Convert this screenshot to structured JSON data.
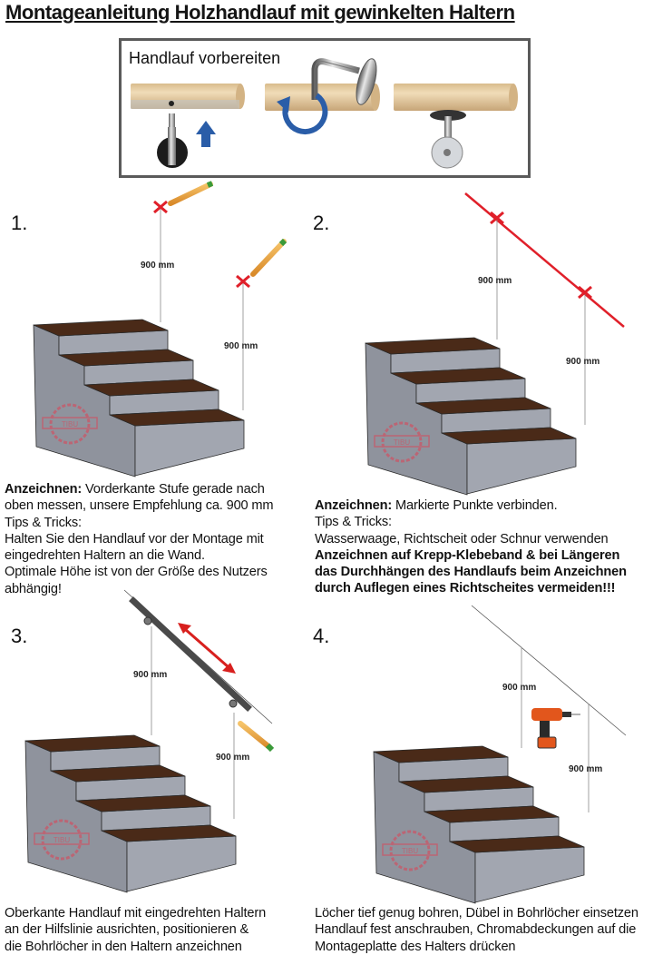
{
  "title": "Montageanleitung Holzhandlauf mit gewinkelten Haltern",
  "prepare": {
    "label": "Handlauf vorbereiten"
  },
  "logo_text": "TIBU",
  "measure_label": "900 mm",
  "colors": {
    "mark_red": "#e0202a",
    "tread_brown": "#4a2a18",
    "stair_grey": "#9a9ea9",
    "arrow_blue": "#2a5da8",
    "wood": "#e2c89c"
  },
  "steps": [
    {
      "number": "1.",
      "lines": [
        [
          {
            "b": true,
            "t": "Anzeichnen:"
          },
          {
            "b": false,
            "t": " Vorderkante Stufe gerade nach"
          }
        ],
        [
          {
            "b": false,
            "t": "oben messen, unsere Empfehlung ca. 900 mm"
          }
        ],
        [
          {
            "b": false,
            "t": "Tips & Tricks:"
          }
        ],
        [
          {
            "b": false,
            "t": "Halten Sie den Handlauf vor der Montage mit"
          }
        ],
        [
          {
            "b": false,
            "t": "eingedrehten Haltern an die Wand."
          }
        ],
        [
          {
            "b": false,
            "t": "Optimale Höhe ist von der Größe des Nutzers"
          }
        ],
        [
          {
            "b": false,
            "t": "abhängig!"
          }
        ]
      ]
    },
    {
      "number": "2.",
      "lines": [
        [
          {
            "b": true,
            "t": "Anzeichnen:"
          },
          {
            "b": false,
            "t": " Markierte Punkte verbinden."
          }
        ],
        [
          {
            "b": false,
            "t": "Tips & Tricks:"
          }
        ],
        [
          {
            "b": false,
            "t": "Wasserwaage, Richtscheit oder Schnur verwenden"
          }
        ],
        [
          {
            "b": true,
            "t": "Anzeichnen auf Krepp-Klebeband & bei Längeren"
          }
        ],
        [
          {
            "b": true,
            "t": "das Durchhängen des Handlaufs beim Anzeichnen"
          }
        ],
        [
          {
            "b": true,
            "t": "durch Auflegen eines Richtscheites vermeiden!!!"
          }
        ]
      ]
    },
    {
      "number": "3.",
      "lines": [
        [
          {
            "b": false,
            "t": "Oberkante Handlauf mit eingedrehten Haltern"
          }
        ],
        [
          {
            "b": false,
            "t": "an der Hilfslinie ausrichten, positionieren &"
          }
        ],
        [
          {
            "b": false,
            "t": "die Bohrlöcher in den Haltern anzeichnen"
          }
        ]
      ]
    },
    {
      "number": "4.",
      "lines": [
        [
          {
            "b": false,
            "t": "Löcher tief genug bohren, Dübel in Bohrlöcher einsetzen"
          }
        ],
        [
          {
            "b": false,
            "t": "Handlauf fest anschrauben, Chromabdeckungen auf die"
          }
        ],
        [
          {
            "b": false,
            "t": "Montageplatte des Halters drücken"
          }
        ]
      ]
    }
  ]
}
